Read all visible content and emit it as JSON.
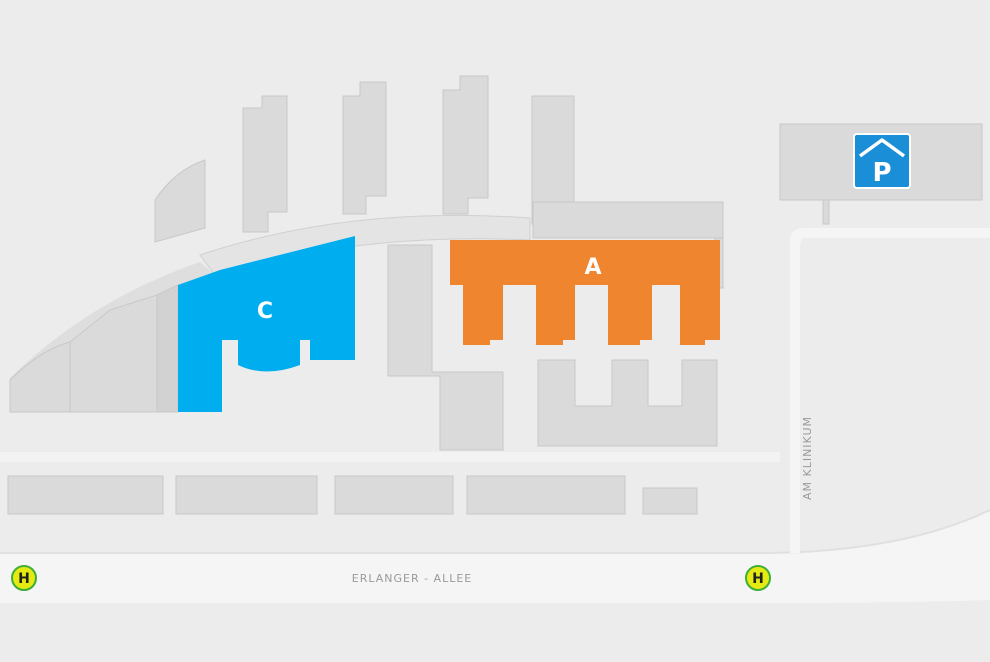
{
  "colors": {
    "background": "#ececec",
    "road": "#f7f7f7",
    "building_top": "#dadada",
    "building_side": "#c9c9c9",
    "building_a": "#f08530",
    "building_c": "#00aeef",
    "parking_blue": "#1a8ed6",
    "bus_stop_yellow": "#e4ea12",
    "bus_stop_ring": "#3fae36"
  },
  "buildings": {
    "a": {
      "label": "A"
    },
    "c": {
      "label": "C"
    }
  },
  "streets": {
    "erlanger_allee": "ERLANGER - ALLEE",
    "am_klinikum": "AM KLINIKUM"
  },
  "bus_stops": {
    "west": {
      "label": "H"
    },
    "east": {
      "label": "H"
    }
  },
  "parking": {
    "label": "P",
    "icon": "parking-garage-icon"
  }
}
